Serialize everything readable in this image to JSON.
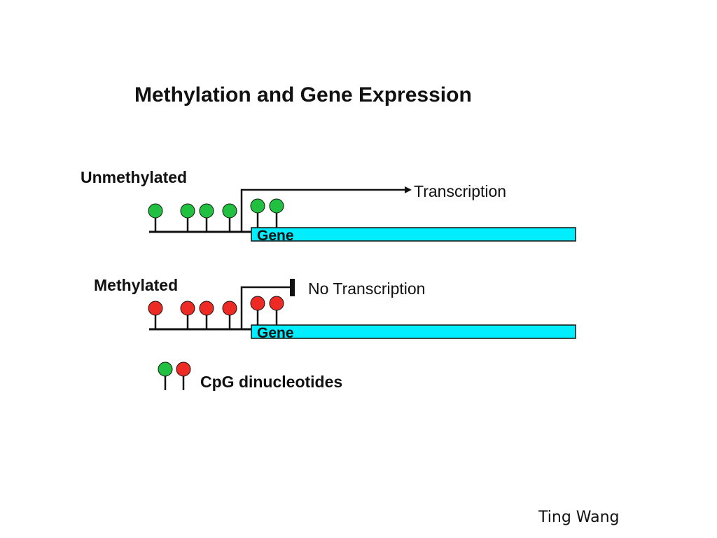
{
  "slide": {
    "title": "Methylation and Gene Expression",
    "author": "Ting Wang"
  },
  "unmethylated": {
    "label": "Unmethylated",
    "outcome": "Transcription",
    "gene_label": "Gene",
    "cpg_state": "unmethylated"
  },
  "methylated": {
    "label": "Methylated",
    "outcome": "No Transcription",
    "gene_label": "Gene",
    "cpg_state": "methylated"
  },
  "legend": {
    "label": "CpG dinucleotides"
  },
  "colors": {
    "unmethylated_cpg": "#22c040",
    "methylated_cpg": "#ee2a24",
    "gene_box": "#00eeff",
    "line": "#111111"
  }
}
